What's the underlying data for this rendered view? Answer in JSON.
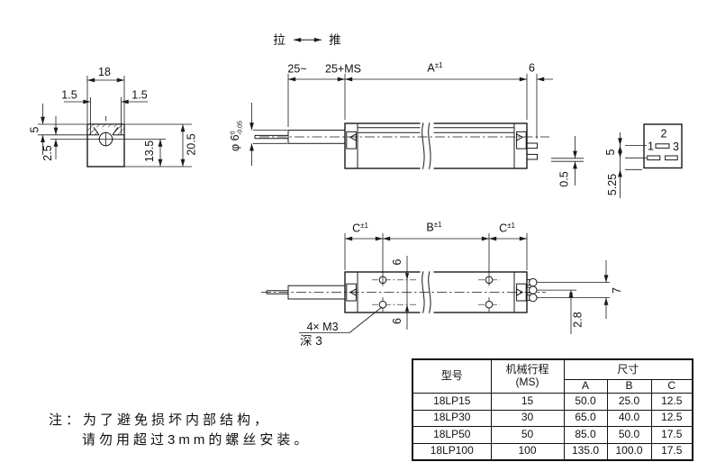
{
  "colors": {
    "ink": "#1a1a1a",
    "background": "#ffffff"
  },
  "front_view": {
    "pull_label": "拉",
    "push_label": "推",
    "dim_stroke": "25~",
    "dim_stroke_ms": "25+MS",
    "dim_body_length": "A",
    "dim_body_length_tol": "±1",
    "dim_right_end": "6",
    "dim_shaft_dia": "φ 6",
    "dim_shaft_dia_tol_upper": "0",
    "dim_shaft_dia_tol_lower": "-0.05",
    "dim_pin_thickness": "0.5"
  },
  "left_end_view": {
    "dim_width": "18",
    "dim_wall_left": "1.5",
    "dim_wall_right": "1.5",
    "dim_bracket_depth": "5",
    "dim_offset": "2.5",
    "dim_center_height": "13.5",
    "dim_height": "20.5"
  },
  "connector_view": {
    "pin_top": "2",
    "pin_left": "1",
    "pin_right": "3",
    "dim_pin_rows": "5",
    "dim_bottom": "5.25"
  },
  "top_view": {
    "dim_c_left": "C",
    "dim_c_left_tol": "±1",
    "dim_b": "B",
    "dim_b_tol": "±1",
    "dim_c_right": "C",
    "dim_c_right_tol": "±1",
    "dim_hole_offset_top": "6",
    "dim_hole_offset_bottom": "6",
    "thread_callout_line1": "4× M3",
    "thread_callout_line2": "深 3",
    "dim_pin_pitch": "2.8",
    "dim_pin_span": "7"
  },
  "table": {
    "header_model": "型号",
    "header_travel_line1": "机械行程",
    "header_travel_line2": "(MS)",
    "header_size": "尺寸",
    "header_a": "A",
    "header_b": "B",
    "header_c": "C",
    "rows": [
      {
        "model": "18LP15",
        "ms": "15",
        "a": "50.0",
        "b": "25.0",
        "c": "12.5"
      },
      {
        "model": "18LP30",
        "ms": "30",
        "a": "65.0",
        "b": "40.0",
        "c": "12.5"
      },
      {
        "model": "18LP50",
        "ms": "50",
        "a": "85.0",
        "b": "50.0",
        "c": "17.5"
      },
      {
        "model": "18LP100",
        "ms": "100",
        "a": "135.0",
        "b": "100.0",
        "c": "17.5"
      }
    ]
  },
  "note": {
    "line1": "注：为了避免损坏内部结构，",
    "line2": "请勿用超过3mm的螺丝安装。"
  }
}
